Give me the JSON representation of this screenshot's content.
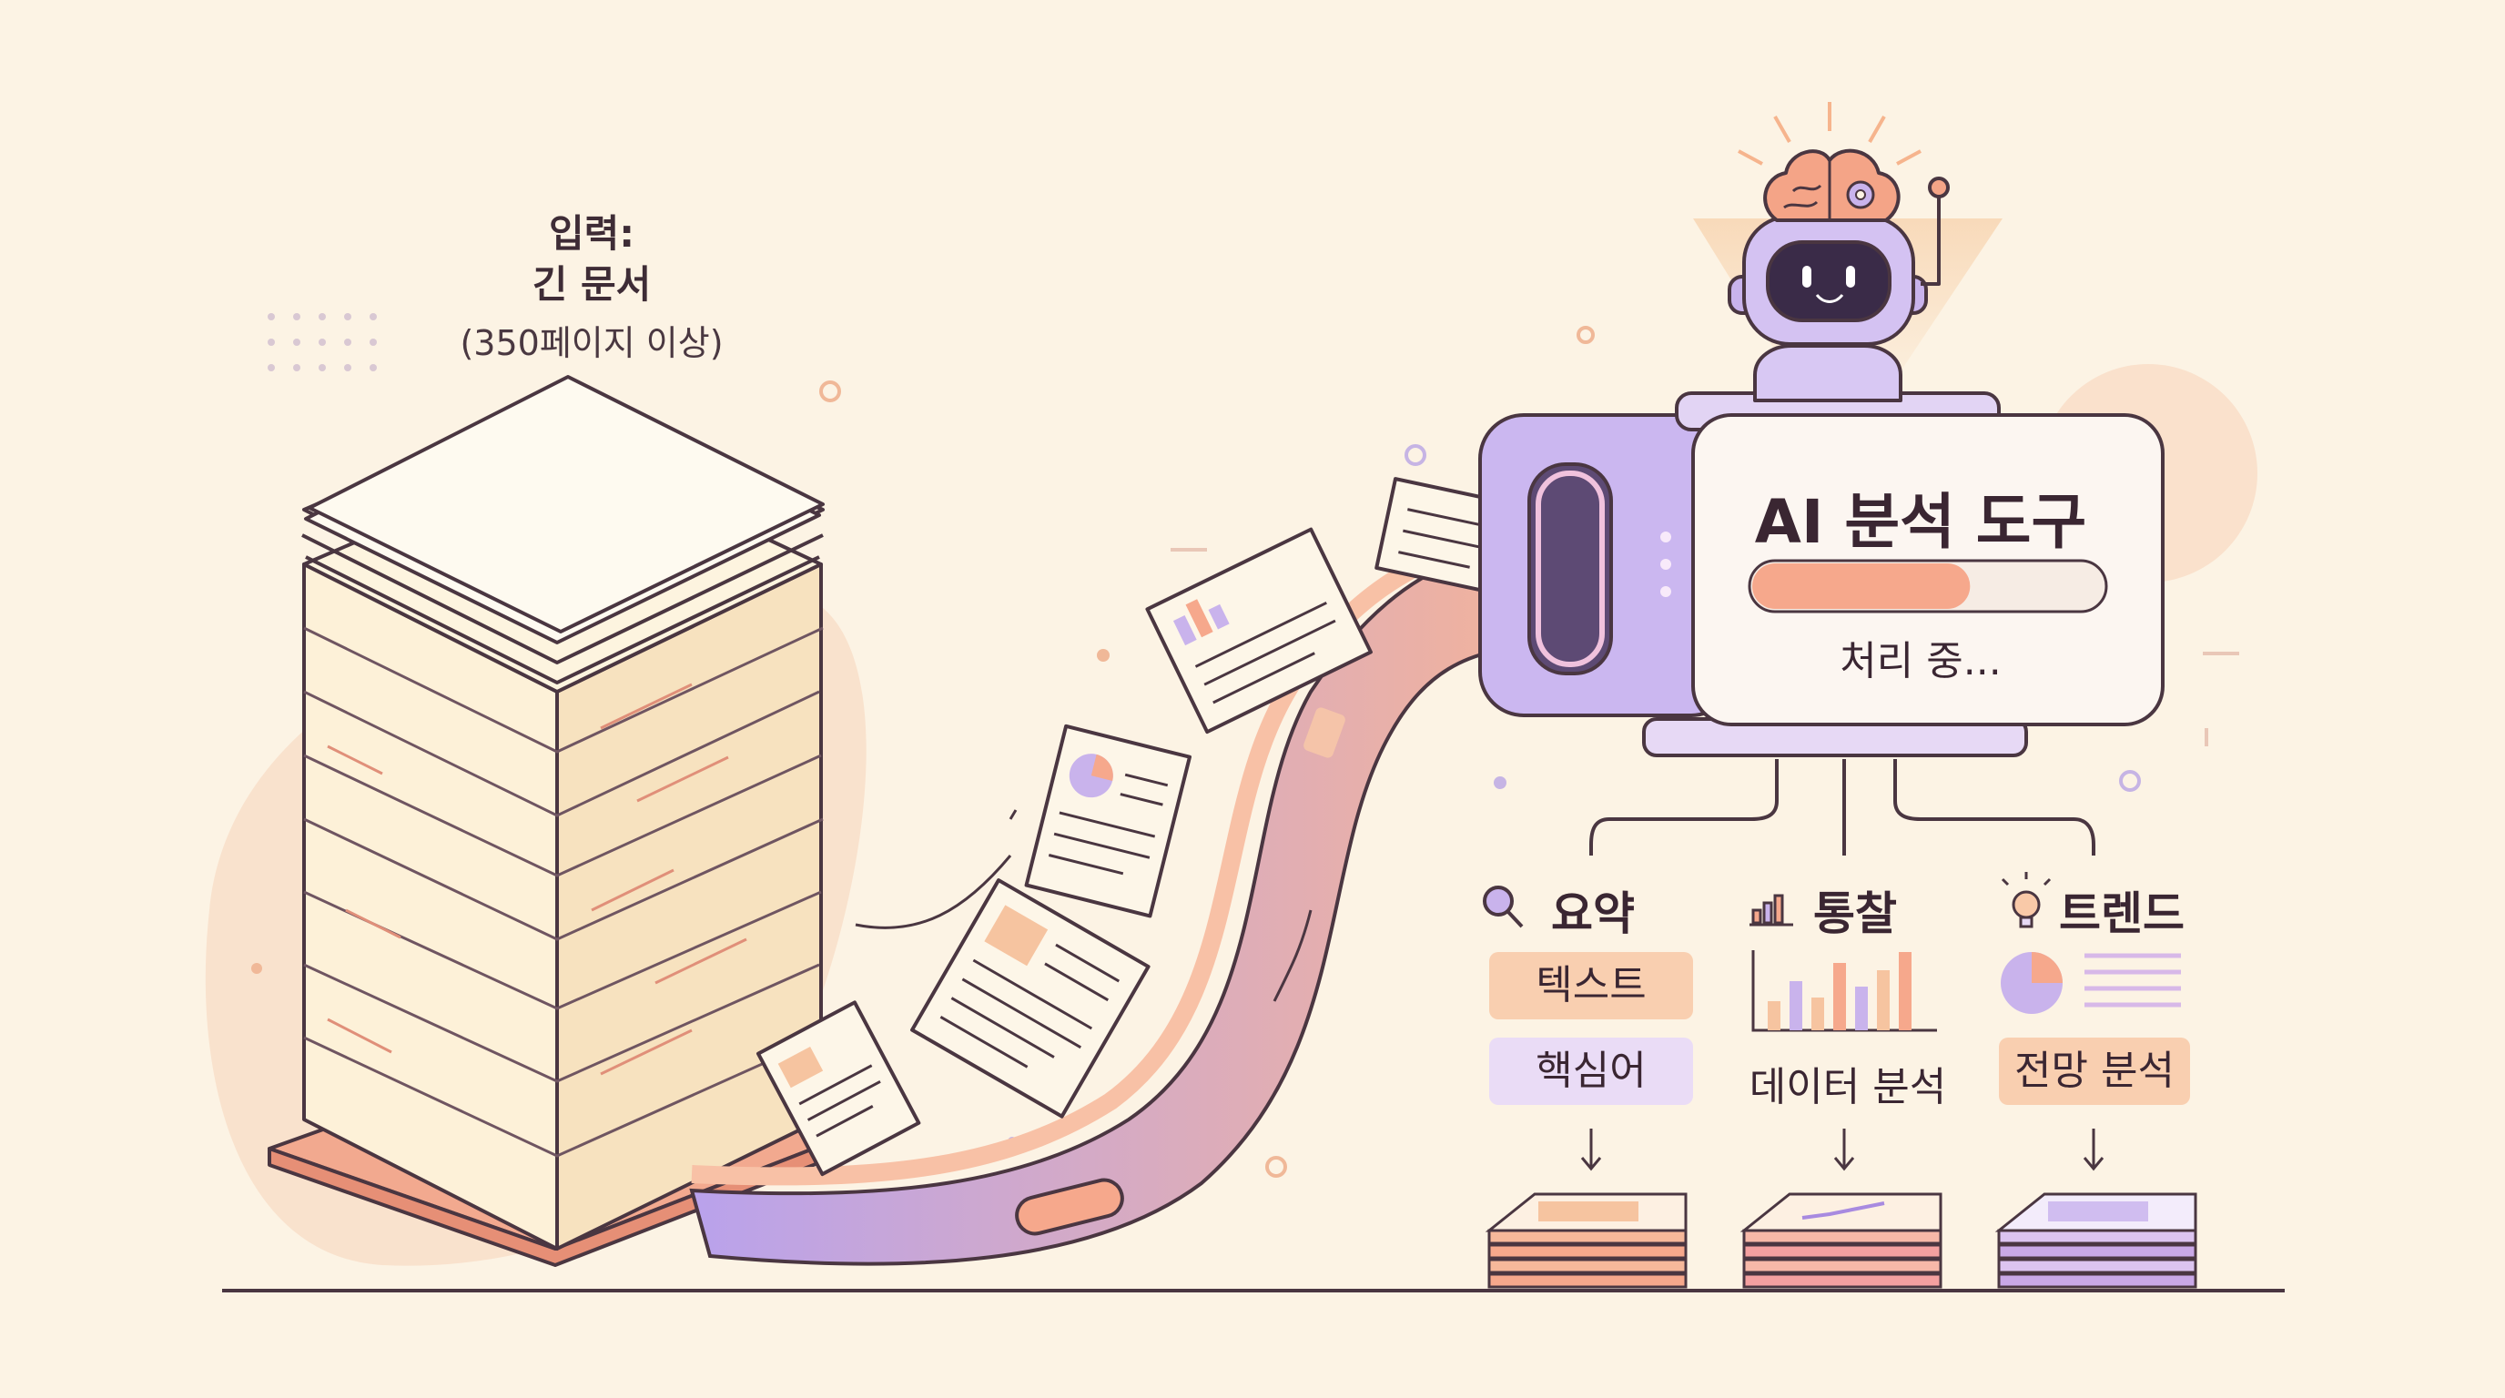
{
  "input": {
    "title_line1": "입력:",
    "title_line2": "긴 문서",
    "subtitle": "(350페이지 이상)"
  },
  "ai_tool": {
    "title": "AI 분석 도구",
    "status": "처리 중...",
    "progress": 0.62
  },
  "branches": [
    {
      "title": "요약",
      "icon": "magnifier-icon",
      "items": [
        "텍스트",
        "핵심어"
      ]
    },
    {
      "title": "통찰",
      "icon": "bar-chart-icon",
      "items": [
        "데이터 분석"
      ]
    },
    {
      "title": "트렌드",
      "icon": "lightbulb-icon",
      "items": [
        "전망 분석"
      ]
    }
  ],
  "colors": {
    "background": "#fcf3e4",
    "peach": "#f6c4a0",
    "coral": "#f4a487",
    "lavender": "#c9b3ec",
    "purple": "#a88ae0",
    "outline": "#3a2632"
  }
}
